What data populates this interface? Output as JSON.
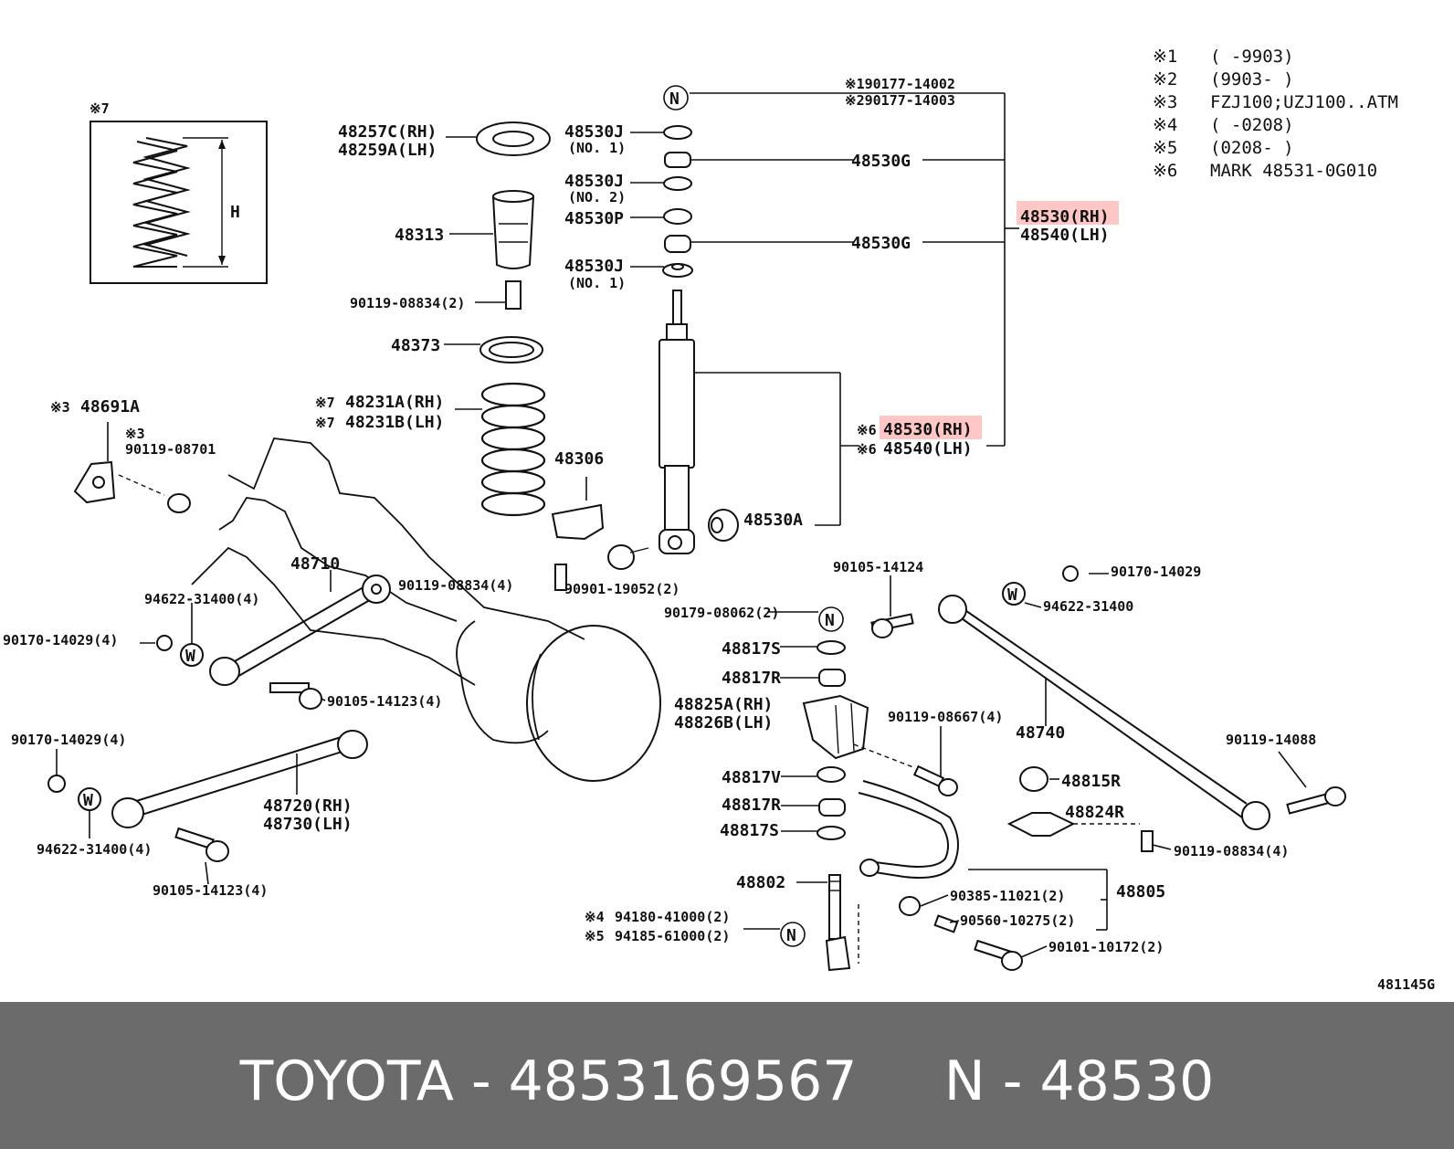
{
  "footer": {
    "text": "TOYOTA - 4853169567     N - 48530"
  },
  "diagram_code": "481145G",
  "notes": [
    {
      "mark": "※1",
      "text": "(      -9903)"
    },
    {
      "mark": "※2",
      "text": "(9903-      )"
    },
    {
      "mark": "※3",
      "text": "FZJ100;UZJ100..ATM"
    },
    {
      "mark": "※4",
      "text": "(      -0208)"
    },
    {
      "mark": "※5",
      "text": "(0208-      )"
    },
    {
      "mark": "※6",
      "text": "MARK 48531-0G010"
    }
  ],
  "inset": {
    "mark": "※7",
    "dimension": "H"
  },
  "labels": {
    "l_90177_14002": "※190177-14002",
    "l_90177_14003": "※290177-14003",
    "l_48257c": "48257C(RH)",
    "l_48259a": "48259A(LH)",
    "l_48530j_a": "48530J",
    "l_no1_a": "(NO. 1)",
    "l_48530g_a": "48530G",
    "l_48530j_b": "48530J",
    "l_no2": "(NO. 2)",
    "l_48530p": "48530P",
    "l_48313": "48313",
    "l_48530_rh_top": "48530(RH)",
    "l_48540_lh_top": "48540(LH)",
    "l_48530g_b": "48530G",
    "l_48530j_c": "48530J",
    "l_no1_c": "(NO. 1)",
    "l_90119_08834_a": "90119-08834(2)",
    "l_48373": "48373",
    "l_48231a": "48231A(RH)",
    "l_48231b": "48231B(LH)",
    "l_48530_rh_mid": "48530(RH)",
    "l_48540_lh_mid": "48540(LH)",
    "l_m7a": "※7",
    "l_m7b": "※7",
    "l_m6a": "※6",
    "l_m6b": "※6",
    "l_m3a": "※3",
    "l_48691a": "48691A",
    "l_m3b": "※3",
    "l_90119_08701": "90119-08701",
    "l_48306": "48306",
    "l_48530a": "48530A",
    "l_48710": "48710",
    "l_90119_08834_b": "90119-08834(4)",
    "l_90901_19052": "90901-19052(2)",
    "l_94622_31400_a": "94622-31400(4)",
    "l_90170_14029_a": "90170-14029(4)",
    "l_90105_14124": "90105-14124",
    "l_90170_14029_r": "90170-14029",
    "l_94622_31400_r": "94622-31400",
    "l_90179_08062": "90179-08062(2)",
    "l_48817s_a": "48817S",
    "l_48817r_a": "48817R",
    "l_48825a": "48825A(RH)",
    "l_48826b": "48826B(LH)",
    "l_90105_14123_a": "90105-14123(4)",
    "l_90119_08667": "90119-08667(4)",
    "l_48740": "48740",
    "l_90170_14029_b": "90170-14029(4)",
    "l_90119_14088": "90119-14088",
    "l_48817v": "48817V",
    "l_48815r": "48815R",
    "l_48720": "48720(RH)",
    "l_48730": "48730(LH)",
    "l_48817r_b": "48817R",
    "l_48824r": "48824R",
    "l_48817s_b": "48817S",
    "l_90119_08834_c": "90119-08834(4)",
    "l_94622_31400_b": "94622-31400(4)",
    "l_90105_14123_b": "90105-14123(4)",
    "l_48802": "48802",
    "l_48805": "48805",
    "l_90385_11021": "90385-11021(2)",
    "l_94180_41000": "94180-41000(2)",
    "l_94185_61000": "94185-61000(2)",
    "l_90560_10275": "90560-10275(2)",
    "l_90101_10172": "90101-10172(2)",
    "l_m4": "※4",
    "l_m5": "※5"
  },
  "symbols": {
    "nut_mark": "N",
    "washer_mark": "W"
  },
  "highlight_color": "#ffb3b3"
}
